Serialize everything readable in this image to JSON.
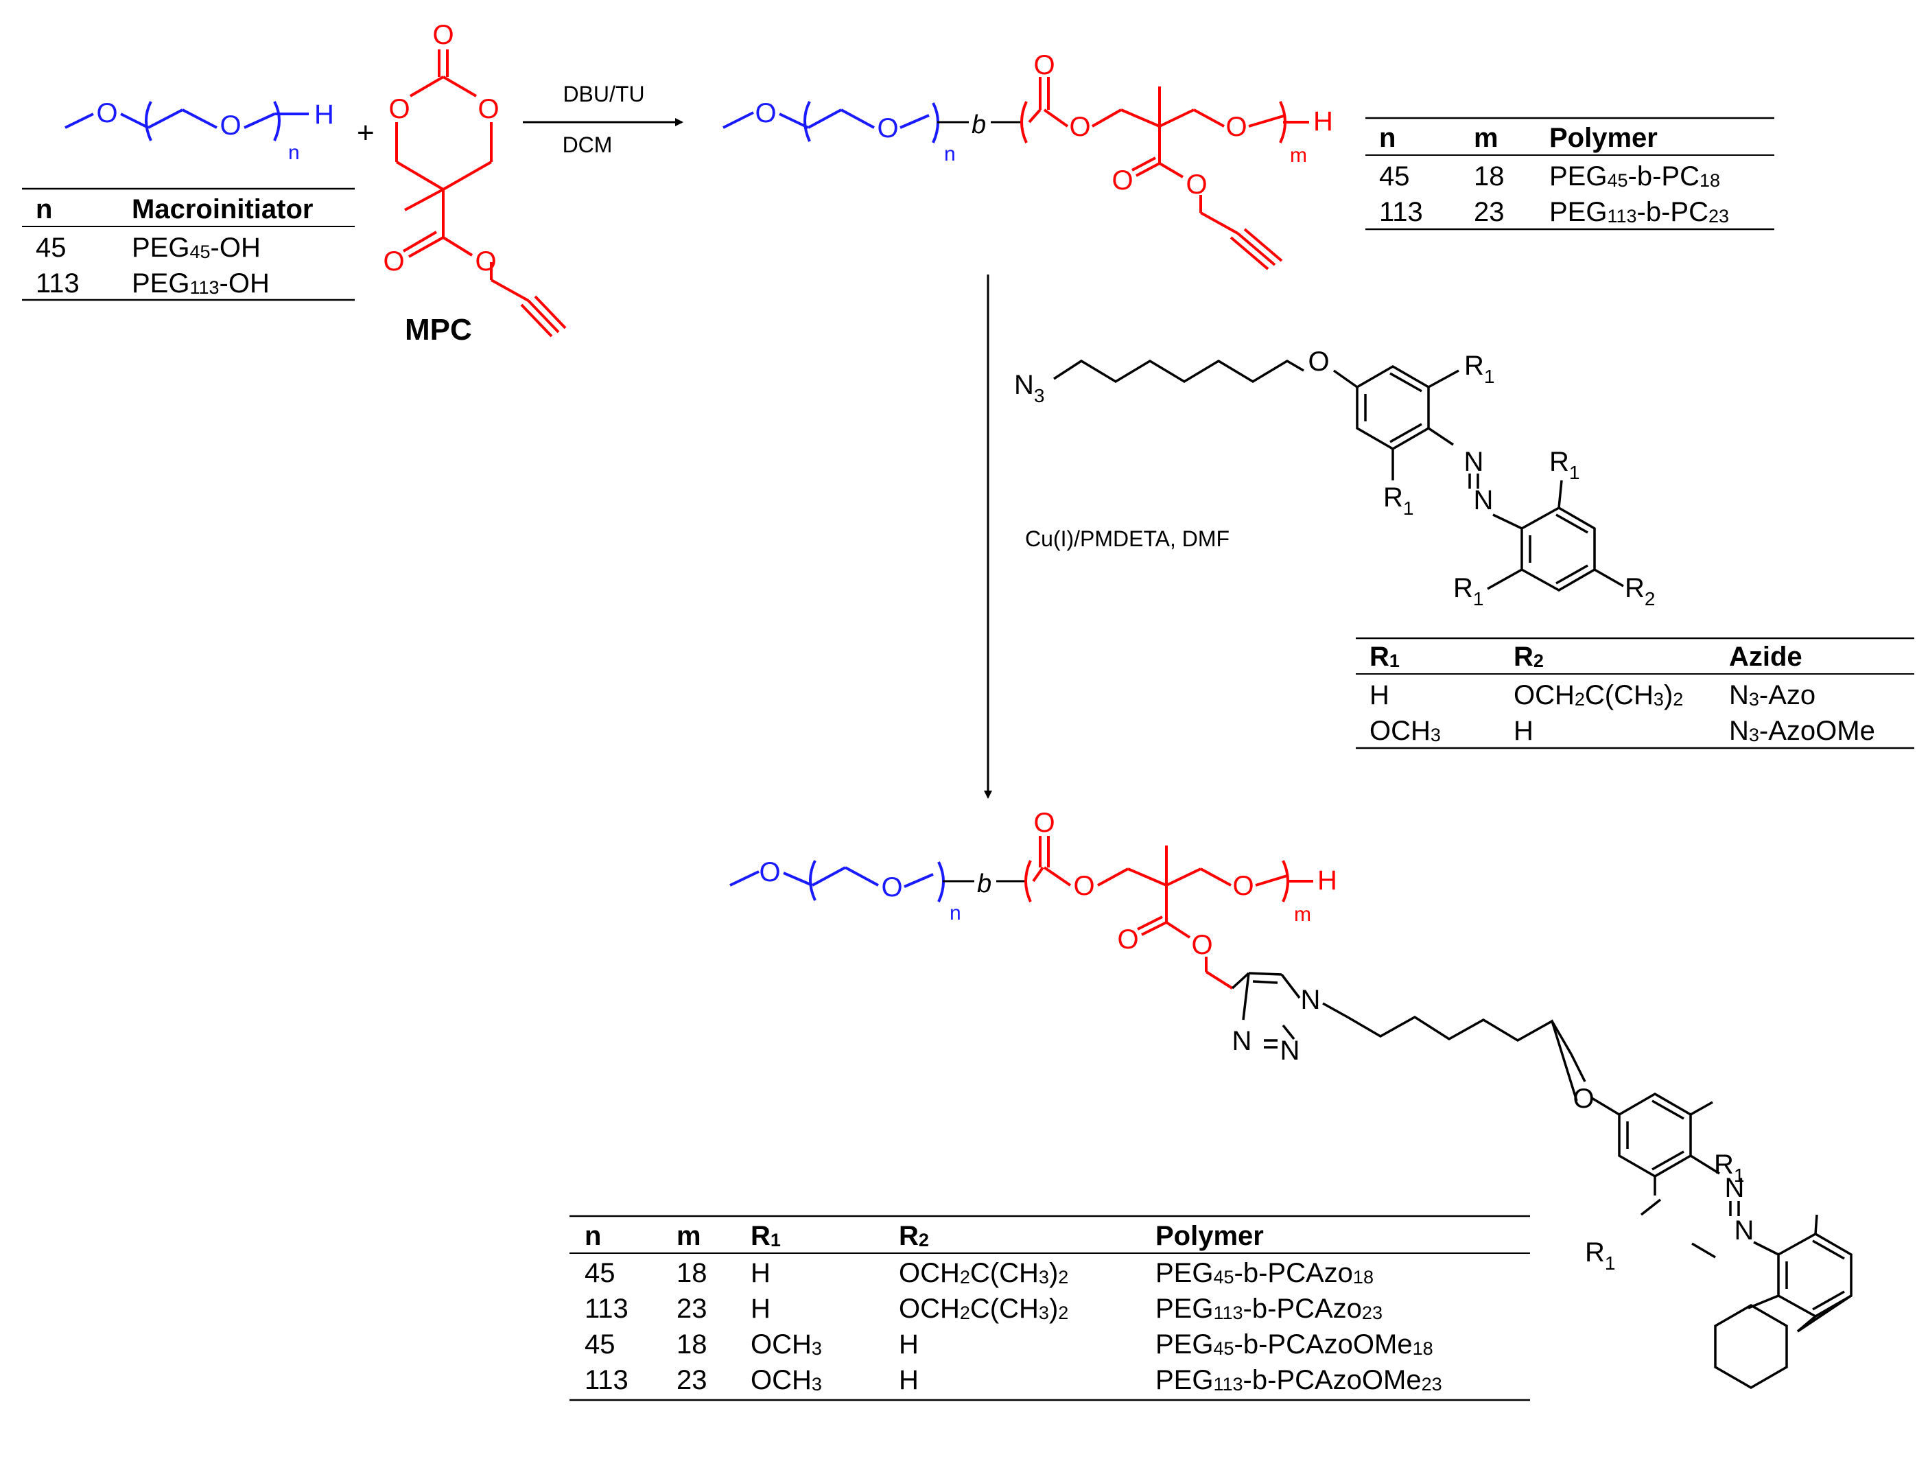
{
  "labels": {
    "mpc": "MPC",
    "cond1_top": "DBU/TU",
    "cond1_bottom": "DCM",
    "cond2": "Cu(I)/PMDETA, DMF",
    "plus": "+",
    "b": "b",
    "n": "n",
    "m": "m",
    "O": "O",
    "H": "H",
    "N": "N",
    "N3": "N",
    "N3_sub": "3",
    "R": "R",
    "sub1": "1",
    "sub2": "2"
  },
  "table_macro": {
    "headers": [
      "n",
      "Macroinitiator"
    ],
    "rows": [
      {
        "n": "45",
        "prefix": "PEG",
        "sub": "45",
        "suffix": "-OH"
      },
      {
        "n": "113",
        "prefix": "PEG",
        "sub": "113",
        "suffix": "-OH"
      }
    ]
  },
  "table_polymer": {
    "headers": [
      "n",
      "m",
      "Polymer"
    ],
    "rows": [
      {
        "n": "45",
        "m": "18",
        "p1": "PEG",
        "s1": "45",
        "p2": "-b-PC",
        "s2": "18"
      },
      {
        "n": "113",
        "m": "23",
        "p1": "PEG",
        "s1": "113",
        "p2": "-b-PC",
        "s2": "23"
      }
    ]
  },
  "table_azide": {
    "headers": {
      "r1": "R",
      "r1_sub": "1",
      "r2": "R",
      "r2_sub": "2",
      "azide": "Azide"
    },
    "rows": [
      {
        "r1a": "H",
        "r1b": "",
        "r1c": "",
        "r2a": "OCH",
        "r2b": "2",
        "r2c": "C(CH",
        "r2d": "3",
        "r2e": ")",
        "r2f": "2",
        "az1": "N",
        "az2": "3",
        "az3": "-Azo"
      },
      {
        "r1a": "OCH",
        "r1b": "3",
        "r1c": "",
        "r2a": "H",
        "r2b": "",
        "r2c": "",
        "r2d": "",
        "r2e": "",
        "r2f": "",
        "az1": "N",
        "az2": "3",
        "az3": "-AzoOMe"
      }
    ]
  },
  "table_final": {
    "headers": {
      "n": "n",
      "m": "m",
      "r1": "R",
      "r1_sub": "1",
      "r2": "R",
      "r2_sub": "2",
      "polymer": "Polymer"
    },
    "rows": [
      {
        "n": "45",
        "m": "18",
        "r1a": "H",
        "r1b": "",
        "r2a": "OCH",
        "r2b": "2",
        "r2c": "C(CH",
        "r2d": "3",
        "r2e": ")",
        "r2f": "2",
        "p1": "PEG",
        "s1": "45",
        "p2": "-b-PCAzo",
        "s2": "18"
      },
      {
        "n": "113",
        "m": "23",
        "r1a": "H",
        "r1b": "",
        "r2a": "OCH",
        "r2b": "2",
        "r2c": "C(CH",
        "r2d": "3",
        "r2e": ")",
        "r2f": "2",
        "p1": "PEG",
        "s1": "113",
        "p2": "-b-PCAzo",
        "s2": "23"
      },
      {
        "n": "45",
        "m": "18",
        "r1a": "OCH",
        "r1b": "3",
        "r2a": "H",
        "r2b": "",
        "r2c": "",
        "r2d": "",
        "r2e": "",
        "r2f": "",
        "p1": "PEG",
        "s1": "45",
        "p2": "-b-PCAzoOMe",
        "s2": "18"
      },
      {
        "n": "113",
        "m": "23",
        "r1a": "OCH",
        "r1b": "3",
        "r2a": "H",
        "r2b": "",
        "r2c": "",
        "r2d": "",
        "r2e": "",
        "r2f": "",
        "p1": "PEG",
        "s1": "113",
        "p2": "-b-PCAzoOMe",
        "s2": "23"
      }
    ]
  },
  "colors": {
    "peg": "#1a1aff",
    "carbonate": "#ff0000",
    "text": "#000000"
  }
}
